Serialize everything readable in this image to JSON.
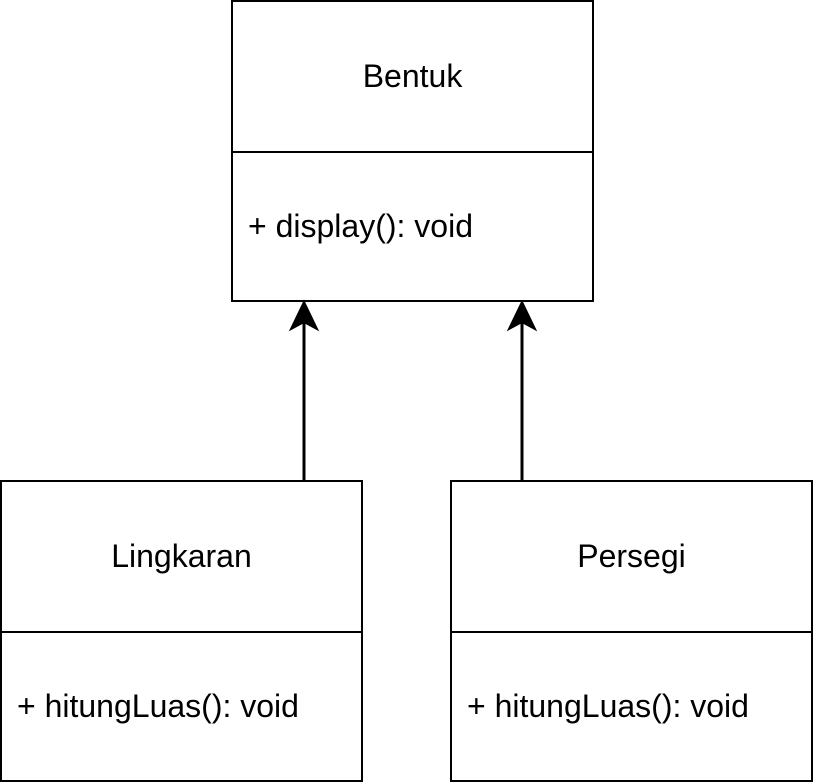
{
  "classes": {
    "bentuk": {
      "name": "Bentuk",
      "method": "+ display(): void"
    },
    "lingkaran": {
      "name": "Lingkaran",
      "method": "+ hitungLuas(): void"
    },
    "persegi": {
      "name": "Persegi",
      "method": "+ hitungLuas(): void"
    }
  },
  "relations": [
    {
      "from": "Lingkaran",
      "to": "Bentuk",
      "type": "inheritance"
    },
    {
      "from": "Persegi",
      "to": "Bentuk",
      "type": "inheritance"
    }
  ],
  "colors": {
    "stroke": "#000000",
    "background": "#ffffff",
    "text": "#000000"
  }
}
